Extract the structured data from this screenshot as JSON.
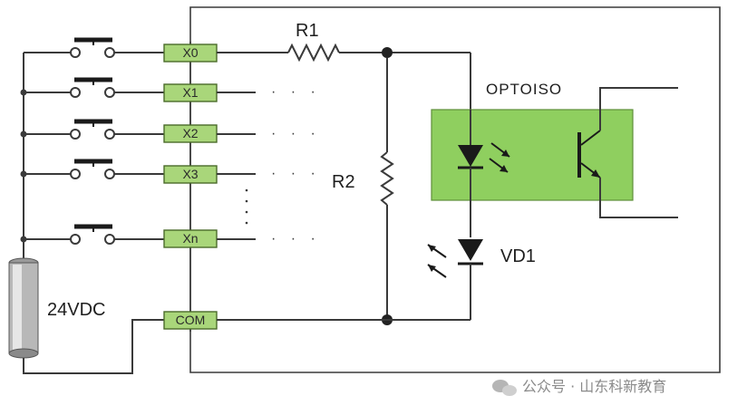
{
  "diagram": {
    "terminals": [
      "X0",
      "X1",
      "X2",
      "X3",
      "Xn",
      "COM"
    ],
    "resistors": {
      "r1": "R1",
      "r2": "R2"
    },
    "optoisolator_label": "OPTOISO",
    "led_label": "VD1",
    "supply_label": "24VDC",
    "continuation_dots": "· · ·",
    "colors": {
      "terminal_fill": "#a9d67a",
      "optoisolator_fill": "#8fcf5f",
      "wire": "#3a3a3a"
    }
  },
  "watermark": {
    "text": "公众号 · 山东科新教育",
    "icon": "wechat-logo-icon"
  }
}
